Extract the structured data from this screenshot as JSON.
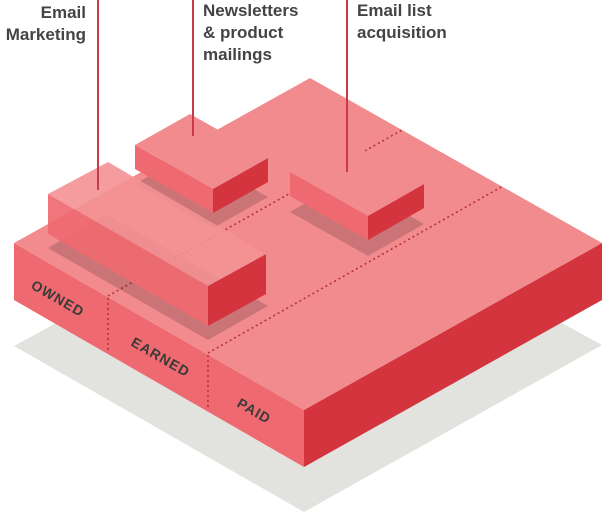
{
  "callouts": {
    "email_marketing": [
      "Email",
      "Marketing"
    ],
    "newsletters": [
      "Newsletters",
      "& product",
      "mailings"
    ],
    "email_list": [
      "Email list",
      "acquisition"
    ]
  },
  "segments": {
    "owned": "OWNED",
    "earned": "EARNED",
    "paid": "PAID"
  },
  "colors": {
    "top": "#f28b8e",
    "front": "#ef6a70",
    "right": "#d3343d",
    "shadow": "#e2e2df",
    "line": "#c83a45",
    "text": "#444444"
  }
}
